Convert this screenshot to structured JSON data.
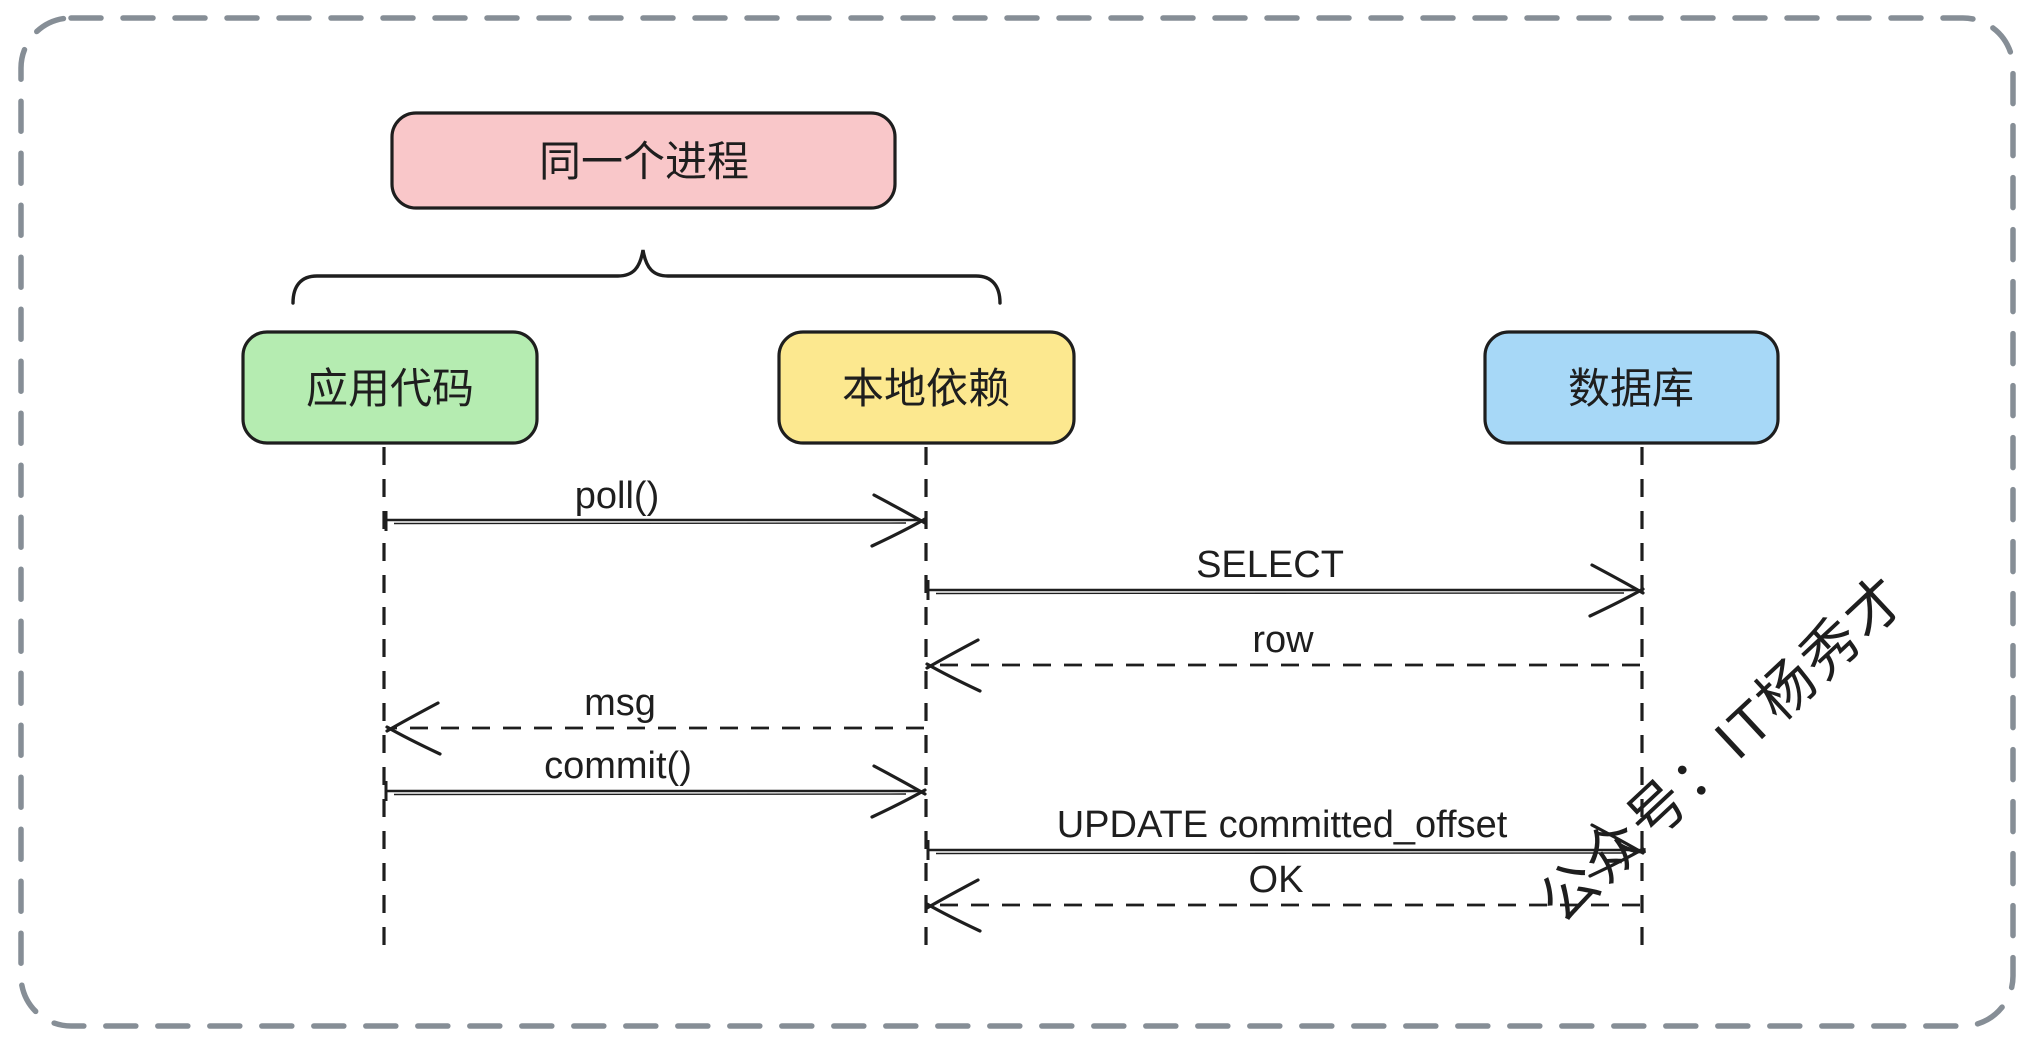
{
  "diagram": {
    "process_group": {
      "label": "同一个进程",
      "fill": "#f9c7c9"
    },
    "participants": [
      {
        "id": "app",
        "label": "应用代码",
        "fill": "#b5ecb1"
      },
      {
        "id": "dep",
        "label": "本地依赖",
        "fill": "#fce88f"
      },
      {
        "id": "db",
        "label": "数据库",
        "fill": "#a7d8f7"
      }
    ],
    "messages": [
      {
        "label": "poll()",
        "from": "app",
        "to": "dep",
        "style": "solid"
      },
      {
        "label": "SELECT",
        "from": "dep",
        "to": "db",
        "style": "solid"
      },
      {
        "label": "row",
        "from": "db",
        "to": "dep",
        "style": "dashed"
      },
      {
        "label": "msg",
        "from": "dep",
        "to": "app",
        "style": "dashed"
      },
      {
        "label": "commit()",
        "from": "app",
        "to": "dep",
        "style": "solid"
      },
      {
        "label": "UPDATE committed_offset",
        "from": "dep",
        "to": "db",
        "style": "solid"
      },
      {
        "label": "OK",
        "from": "db",
        "to": "dep",
        "style": "dashed"
      }
    ],
    "watermark": {
      "text": "公众号：IT杨秀才"
    },
    "colors": {
      "stroke": "#1e1e1e",
      "outer_border": "#868e96",
      "watermark": "#b5b5b5"
    }
  }
}
